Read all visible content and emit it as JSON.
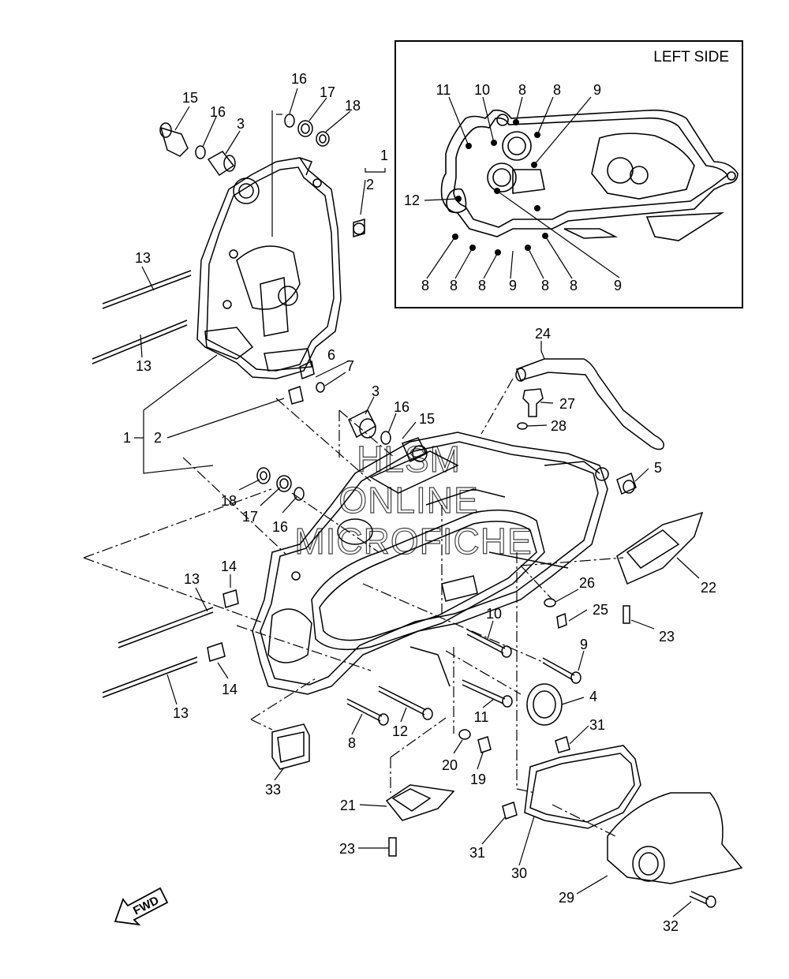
{
  "inset": {
    "title": "LEFT SIDE"
  },
  "watermark": [
    "HLSM",
    "ONLINE",
    "MICROFICHE"
  ],
  "fwd_arrow": {
    "label": "FWD"
  },
  "callouts": [
    {
      "id": "c15a",
      "text": "15"
    },
    {
      "id": "c16a",
      "text": "16"
    },
    {
      "id": "c3a",
      "text": "3"
    },
    {
      "id": "c16b",
      "text": "16"
    },
    {
      "id": "c17a",
      "text": "17"
    },
    {
      "id": "c18a",
      "text": "18"
    },
    {
      "id": "c1a",
      "text": "1"
    },
    {
      "id": "c2a",
      "text": "2"
    },
    {
      "id": "c13a",
      "text": "13"
    },
    {
      "id": "c13b",
      "text": "13"
    },
    {
      "id": "c6",
      "text": "6"
    },
    {
      "id": "c7",
      "text": "7"
    },
    {
      "id": "c1b",
      "text": "1"
    },
    {
      "id": "c2b",
      "text": "2"
    },
    {
      "id": "c3b",
      "text": "3"
    },
    {
      "id": "c16c",
      "text": "16"
    },
    {
      "id": "c15b",
      "text": "15"
    },
    {
      "id": "c24",
      "text": "24"
    },
    {
      "id": "c27",
      "text": "27"
    },
    {
      "id": "c28",
      "text": "28"
    },
    {
      "id": "c5",
      "text": "5"
    },
    {
      "id": "c18b",
      "text": "18"
    },
    {
      "id": "c17b",
      "text": "17"
    },
    {
      "id": "c16d",
      "text": "16"
    },
    {
      "id": "c22",
      "text": "22"
    },
    {
      "id": "c13c",
      "text": "13"
    },
    {
      "id": "c14a",
      "text": "14"
    },
    {
      "id": "c26",
      "text": "26"
    },
    {
      "id": "c25",
      "text": "25"
    },
    {
      "id": "c23a",
      "text": "23"
    },
    {
      "id": "c10",
      "text": "10"
    },
    {
      "id": "c9",
      "text": "9"
    },
    {
      "id": "c14b",
      "text": "14"
    },
    {
      "id": "c13d",
      "text": "13"
    },
    {
      "id": "c4",
      "text": "4"
    },
    {
      "id": "c11",
      "text": "11"
    },
    {
      "id": "c8",
      "text": "8"
    },
    {
      "id": "c12",
      "text": "12"
    },
    {
      "id": "c31a",
      "text": "31"
    },
    {
      "id": "c20",
      "text": "20"
    },
    {
      "id": "c19",
      "text": "19"
    },
    {
      "id": "c33",
      "text": "33"
    },
    {
      "id": "c21",
      "text": "21"
    },
    {
      "id": "c23b",
      "text": "23"
    },
    {
      "id": "c31b",
      "text": "31"
    },
    {
      "id": "c30",
      "text": "30"
    },
    {
      "id": "c29",
      "text": "29"
    },
    {
      "id": "c32",
      "text": "32"
    }
  ],
  "inset_callouts": [
    {
      "id": "i11",
      "text": "11"
    },
    {
      "id": "i10",
      "text": "10"
    },
    {
      "id": "i8a",
      "text": "8"
    },
    {
      "id": "i8b",
      "text": "8"
    },
    {
      "id": "i9a",
      "text": "9"
    },
    {
      "id": "i12",
      "text": "12"
    },
    {
      "id": "i8c",
      "text": "8"
    },
    {
      "id": "i8d",
      "text": "8"
    },
    {
      "id": "i8e",
      "text": "8"
    },
    {
      "id": "i9b",
      "text": "9"
    },
    {
      "id": "i8f",
      "text": "8"
    },
    {
      "id": "i8g",
      "text": "8"
    },
    {
      "id": "i9c",
      "text": "9"
    }
  ]
}
